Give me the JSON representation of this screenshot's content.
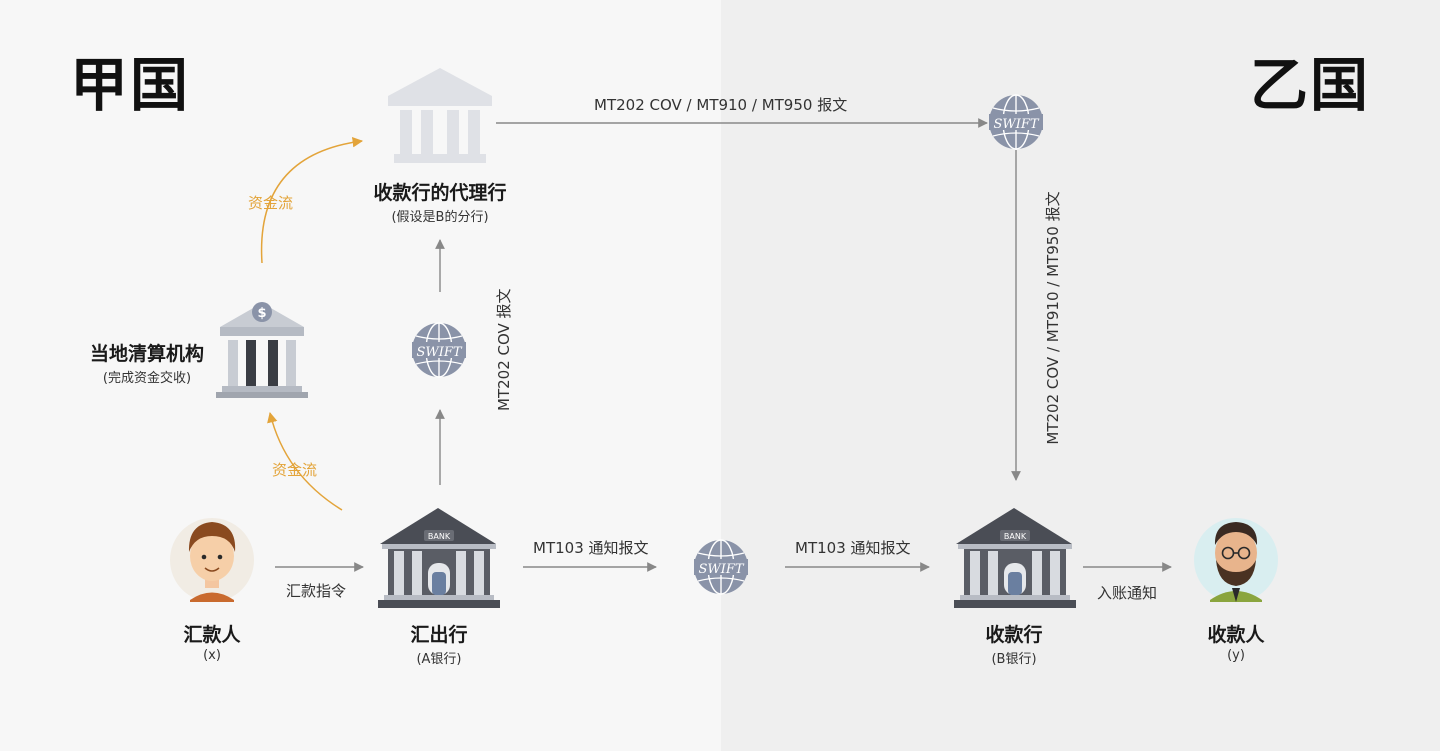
{
  "countries": {
    "left": "甲国",
    "right": "乙国"
  },
  "nodes": {
    "payer": {
      "title": "汇款人",
      "sub": "(x)"
    },
    "remit_bank": {
      "title": "汇出行",
      "sub": "(A银行)"
    },
    "payee_bank": {
      "title": "收款行",
      "sub": "(B银行)"
    },
    "payee": {
      "title": "收款人",
      "sub": "(y)"
    },
    "agent": {
      "title": "收款行的代理行",
      "sub": "(假设是B的分行)"
    },
    "clearing": {
      "title": "当地清算机构",
      "sub": "(完成资金交收)"
    }
  },
  "edges": {
    "instruction": "汇款指令",
    "mt103_1": "MT103 通知报文",
    "mt103_2": "MT103 通知报文",
    "credit_notice": "入账通知",
    "mt202_top": "MT202 COV / MT910 / MT950 报文",
    "mt202_right": "MT202 COV / MT910 / MT950 报文",
    "mt202_cov": "MT202 COV 报文",
    "fund_flow_1": "资金流",
    "fund_flow_2": "资金流"
  },
  "icons": {
    "swift_text": "SWIFT",
    "bank_text": "BANK",
    "dollar_text": "$"
  },
  "colors": {
    "left_bg": "#f7f7f7",
    "right_bg": "#efefef",
    "fund_flow": "#e3a43a",
    "message_arrow": "#888888",
    "swift_globe": "#8a93a8"
  }
}
